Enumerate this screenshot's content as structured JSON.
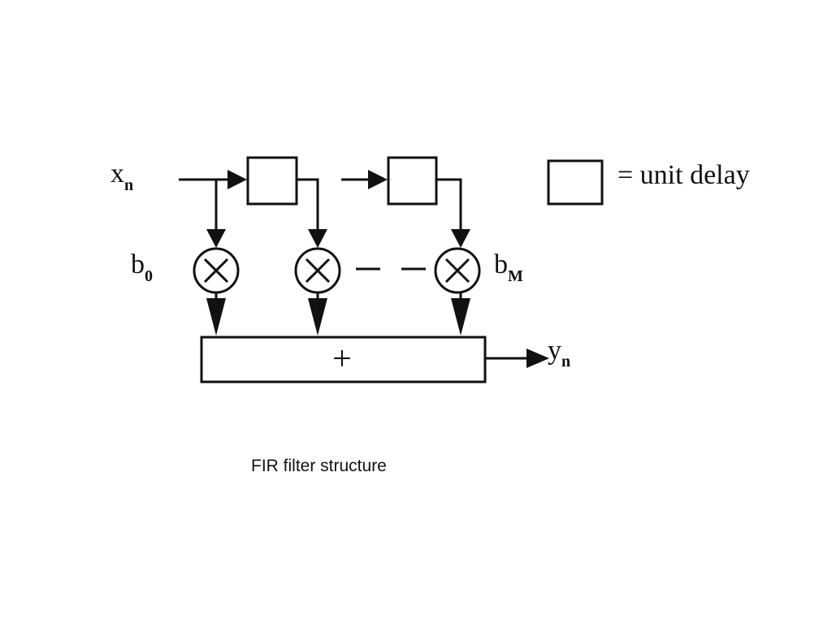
{
  "diagram": {
    "input_label": {
      "base": "x",
      "sub": "n"
    },
    "output_label": {
      "base": "y",
      "sub": "n"
    },
    "first_coeff_label": {
      "base": "b",
      "sub": "0"
    },
    "last_coeff_label": {
      "base": "b",
      "sub": "M"
    },
    "adder_symbol": "+",
    "legend_text": "= unit delay",
    "colors": {
      "stroke": "#111111",
      "background": "#ffffff"
    }
  },
  "caption": "FIR filter structure"
}
